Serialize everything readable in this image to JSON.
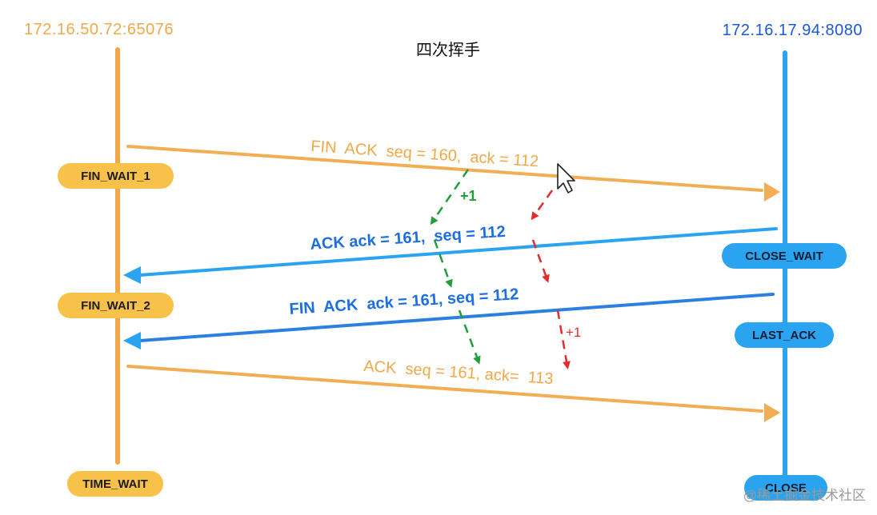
{
  "title": "四次挥手",
  "client": {
    "address": "172.16.50.72:65076",
    "states": [
      "FIN_WAIT_1",
      "FIN_WAIT_2",
      "TIME_WAIT"
    ]
  },
  "server": {
    "address": "172.16.17.94:8080",
    "states": [
      "CLOSE_WAIT",
      "LAST_ACK",
      "CLOSE"
    ]
  },
  "messages": [
    {
      "label": "FIN  ACK  seq = 160,  ack = 112",
      "direction": "client-to-server",
      "color": "#f0a848"
    },
    {
      "label": "ACK ack = 161,  seq = 112",
      "direction": "server-to-client",
      "color": "#1c6fe0"
    },
    {
      "label": "FIN  ACK  ack = 161, seq = 112",
      "direction": "server-to-client",
      "color": "#1c6fe0"
    },
    {
      "label": "ACK  seq = 161, ack=  113",
      "direction": "client-to-server",
      "color": "#f0a848"
    }
  ],
  "annotations": {
    "green_increment": "+1",
    "red_increment": "+1"
  },
  "colors": {
    "client": "#f0a848",
    "server": "#2aa4f0",
    "server_text": "#1c57d8",
    "green": "#1f9e3a",
    "red": "#e02c2c"
  },
  "watermark": "@稀土掘金技术社区"
}
